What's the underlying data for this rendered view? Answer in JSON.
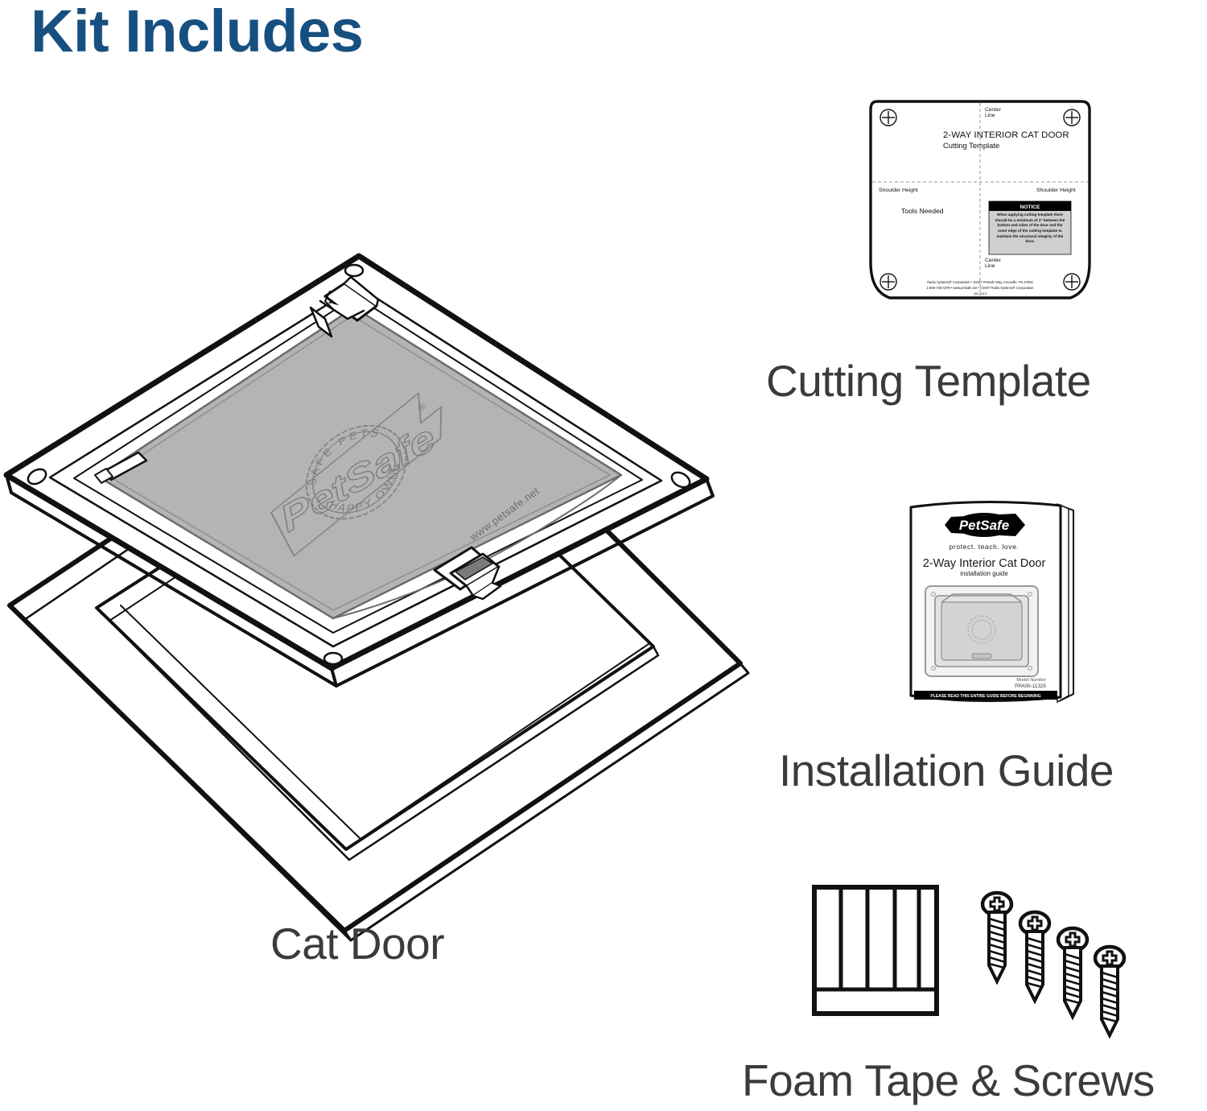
{
  "page": {
    "title": "Kit Includes",
    "title_color": "#175080",
    "caption_color": "#3b3b3b",
    "background": "#ffffff",
    "flap_fill": "#b4b4b4"
  },
  "items": [
    {
      "id": "cat-door",
      "caption": "Cat Door",
      "flap_logo": {
        "brand": "PetSafe",
        "ring_top_text": "SAFE PETS",
        "ring_bottom_text": "HAPPY OWNERS",
        "url": "www.petsafe.net"
      }
    },
    {
      "id": "cutting-template",
      "caption": "Cutting Template",
      "template": {
        "heading": "2-WAY INTERIOR CAT DOOR",
        "subheading": "Cutting Template",
        "center_line_top": "Center\nLine",
        "center_line_top_1": "Center",
        "center_line_top_2": "Line",
        "center_line_bottom_1": "Center",
        "center_line_bottom_2": "Line",
        "shoulder_height_left": "Shoulder Height",
        "shoulder_height_right": "Shoulder Height",
        "tools_needed": "Tools Needed",
        "notice_title": "NOTICE",
        "notice_body": "When applying cutting template there should be a minimum of 3\" between the bottom and sides of the door and the outer edge of the cutting template to maintain the structural integrity of the door.",
        "footer_line1": "Radio Systems® Corporation • 10427 PetSafe Way, Knoxville, TN 37932",
        "footer_line2": "1-866-738-4379 • www.petsafe.net • ©2007 Radio Systems® Corporation",
        "footer_line3": "400-1513"
      }
    },
    {
      "id": "installation-guide",
      "caption": "Installation Guide",
      "guide": {
        "brand": "PetSafe",
        "tagline": "protect. teach. love.",
        "product_title": "2-Way Interior Cat Door",
        "product_subtitle": "installation guide",
        "model_label": "Model Number",
        "model_number": "PPA00-11325",
        "footer_bar": "PLEASE READ THIS ENTIRE GUIDE BEFORE BEGINNING"
      }
    },
    {
      "id": "foam-tape-screws",
      "caption": "Foam Tape & Screws",
      "foam_tape_strips": 4,
      "screw_count": 4
    }
  ]
}
